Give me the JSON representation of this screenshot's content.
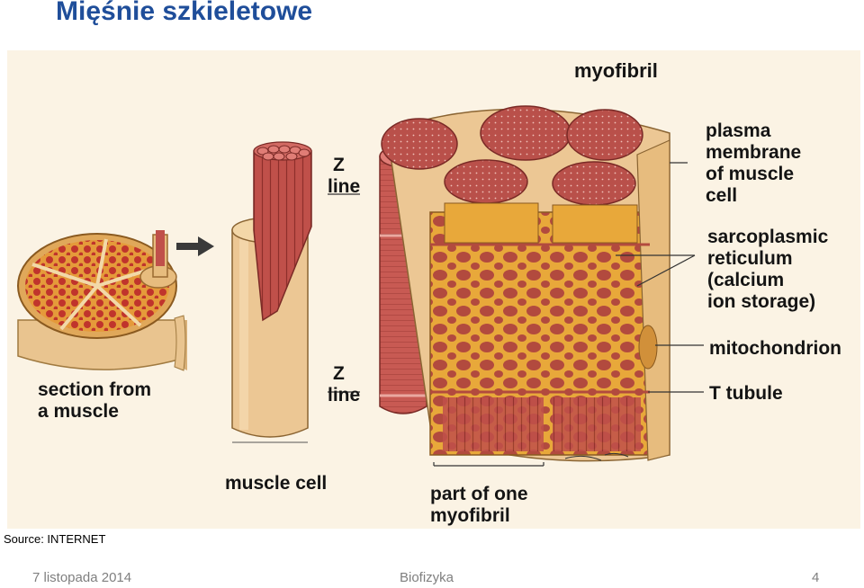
{
  "slide": {
    "title": "Mięśnie szkieletowe",
    "source": "Source: INTERNET",
    "footer_date": "7 listopada 2014",
    "footer_center": "Biofizyka",
    "page_number": "4"
  },
  "figure": {
    "labels": {
      "myofibril": "myofibril",
      "plasma_1": "plasma",
      "plasma_2": "membrane",
      "plasma_3": "of muscle",
      "plasma_4": "cell",
      "sr_1": "sarcoplasmic",
      "sr_2": "reticulum",
      "sr_3": "(calcium",
      "sr_4": "ion storage)",
      "mitochondrion": "mitochondrion",
      "t_tubule": "T tubule",
      "z_top_1": "Z",
      "z_top_2": "line",
      "z_bottom_1": "Z",
      "z_bottom_2": "line",
      "section_1": "section from",
      "section_2": "a muscle",
      "muscle_cell": "muscle cell",
      "part_1": "part of one",
      "part_2": "myofibril"
    },
    "colors": {
      "background": "#fbf3e4",
      "muscle_red": "#c0504a",
      "muscle_red_light": "#dc7b76",
      "reticulum_yellow": "#e8a83a",
      "cell_tan": "#e9c48f",
      "title_blue": "#1f4e9a"
    }
  }
}
